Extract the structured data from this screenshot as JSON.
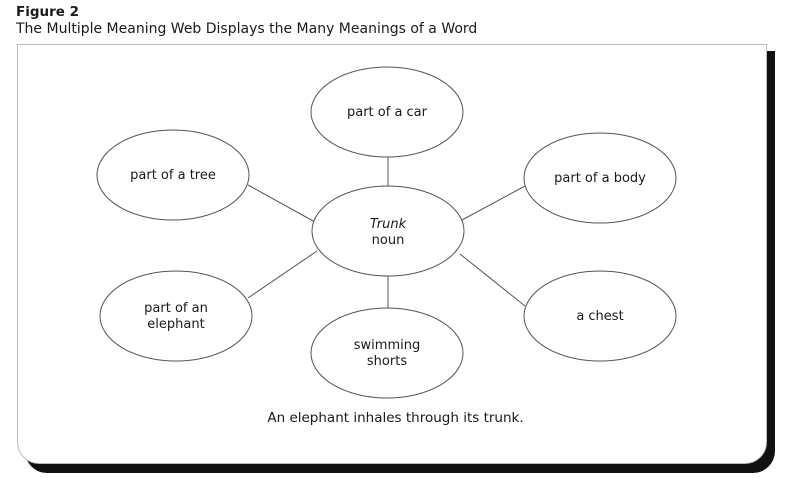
{
  "figure": {
    "label": "Figure 2",
    "title": "The Multiple Meaning Web Displays the Many Meanings of a Word"
  },
  "web": {
    "center": {
      "word": "Trunk",
      "part_of_speech": "noun"
    },
    "meanings": [
      {
        "id": "car",
        "lines": [
          "part of a car"
        ]
      },
      {
        "id": "tree",
        "lines": [
          "part of a tree"
        ]
      },
      {
        "id": "body",
        "lines": [
          "part of a body"
        ]
      },
      {
        "id": "elephant",
        "lines": [
          "part of an",
          "elephant"
        ]
      },
      {
        "id": "chest",
        "lines": [
          "a chest"
        ]
      },
      {
        "id": "shorts",
        "lines": [
          "swimming",
          "shorts"
        ]
      }
    ]
  },
  "caption": "An elephant inhales through its trunk."
}
